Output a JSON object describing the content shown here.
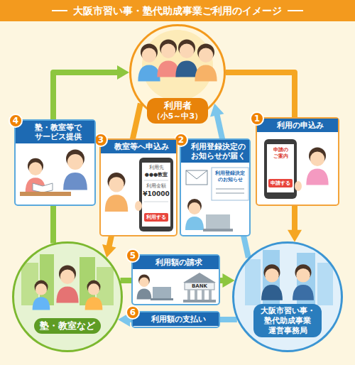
{
  "diagram": {
    "title": "大阪市習い事・塾代助成事業ご利用のイメージ",
    "nodes": [
      {
        "text": [
          "利用者",
          "（小5～中3）"
        ]
      },
      {
        "text": [
          "1",
          "利用の申込み"
        ]
      },
      {
        "text": [
          "2",
          "利用登録決定の お知らせが届く"
        ]
      },
      {
        "text": [
          "3",
          "教室等へ申込み"
        ]
      },
      {
        "text": [
          "4",
          "塾・教室等で サービス提供"
        ]
      },
      {
        "text": [
          "5",
          "利用額の請求"
        ]
      },
      {
        "text": [
          "6",
          "利用額の支払い"
        ]
      },
      {
        "text": [
          "塾・教室など"
        ]
      },
      {
        "text": [
          "大阪市習い事・ 塾代助成事業 運営事務局"
        ]
      }
    ],
    "edges": [
      {
        "from": 0,
        "to": 8,
        "arrow": "to"
      },
      {
        "from": 8,
        "to": 0,
        "arrow": "to"
      },
      {
        "from": 0,
        "to": 7,
        "arrow": "to"
      },
      {
        "from": 7,
        "to": 0,
        "arrow": "to"
      },
      {
        "from": 7,
        "to": 8,
        "arrow": "to"
      },
      {
        "from": 8,
        "to": 7,
        "arrow": "to"
      }
    ],
    "labels": [
      "申請の ご案内",
      "申請する",
      "利用登録決定 のお知らせ",
      "利用先",
      "●●●教室",
      "利用金額",
      "¥10000",
      "利用する",
      "BANK"
    ]
  }
}
